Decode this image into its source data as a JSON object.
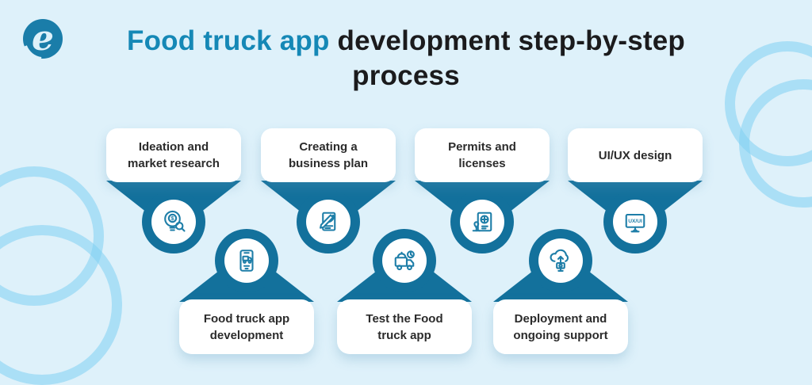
{
  "page": {
    "background": "#def1fa",
    "accent_color": "#13719c",
    "ring_color": "#7fcff3",
    "card_bg": "#ffffff"
  },
  "logo": {
    "name": "company-logo",
    "letter": "e",
    "color": "#1a7da9"
  },
  "title": {
    "highlight": "Food truck app",
    "rest": " development step-by-step process",
    "highlight_color": "#1588b6",
    "text_color": "#1b1b1d"
  },
  "steps": [
    {
      "label": "Ideation and market research",
      "line1": "Ideation and",
      "line2": "market research",
      "row": "top",
      "icon": "lightbulb-dollar-search-icon",
      "icon_text": "$"
    },
    {
      "label": "Creating a business plan",
      "line1": "Creating a",
      "line2": "business plan",
      "row": "top",
      "icon": "document-pencil-icon"
    },
    {
      "label": "Permits and licenses",
      "line1": "Permits and",
      "line2": "licenses",
      "row": "top",
      "icon": "certificate-stamp-icon"
    },
    {
      "label": "UI/UX design",
      "line1": "UI/UX design",
      "line2": "",
      "row": "top",
      "icon": "monitor-uxui-icon",
      "icon_text": "UX/UI"
    },
    {
      "label": "Food truck app development",
      "line1": "Food truck app",
      "line2": "development",
      "row": "bottom",
      "icon": "phone-truck-icon"
    },
    {
      "label": "Test the Food truck app",
      "line1": "Test the Food",
      "line2": "truck app",
      "row": "bottom",
      "icon": "truck-cloche-test-icon"
    },
    {
      "label": "Deployment and ongoing support",
      "line1": "Deployment and",
      "line2": "ongoing support",
      "row": "bottom",
      "icon": "cloud-upload-monitor-icon"
    }
  ]
}
